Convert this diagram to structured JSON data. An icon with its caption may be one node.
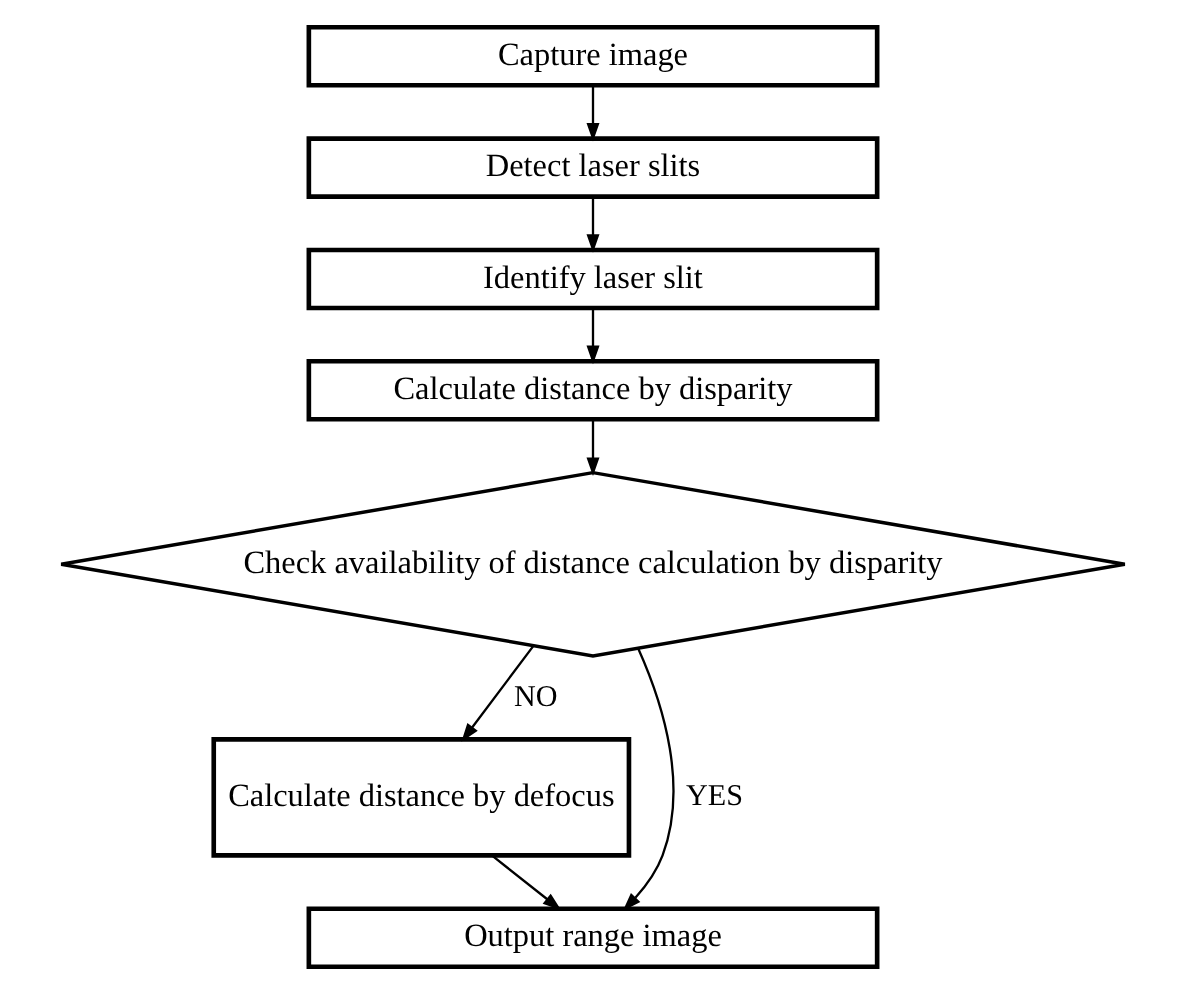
{
  "diagram": {
    "nodes": [
      {
        "text": [
          "Capture image"
        ]
      },
      {
        "text": [
          "Detect laser slits"
        ]
      },
      {
        "text": [
          "Identify laser slit"
        ]
      },
      {
        "text": [
          "Calculate distance by disparity"
        ]
      },
      {
        "text": [
          "Check availability of distance calculation by disparity"
        ]
      },
      {
        "text": [
          "Calculate distance by defocus"
        ]
      },
      {
        "text": [
          "Output range image"
        ]
      }
    ],
    "edges": [
      {
        "from": 0,
        "to": 1,
        "arrow": "to"
      },
      {
        "from": 1,
        "to": 2,
        "arrow": "to"
      },
      {
        "from": 2,
        "to": 3,
        "arrow": "to"
      },
      {
        "from": 3,
        "to": 4,
        "arrow": "to"
      },
      {
        "from": 4,
        "to": 5,
        "arrow": "to",
        "label": "NO"
      },
      {
        "from": 4,
        "to": 6,
        "arrow": "to",
        "label": "YES"
      },
      {
        "from": 5,
        "to": 6,
        "arrow": "to"
      }
    ]
  }
}
